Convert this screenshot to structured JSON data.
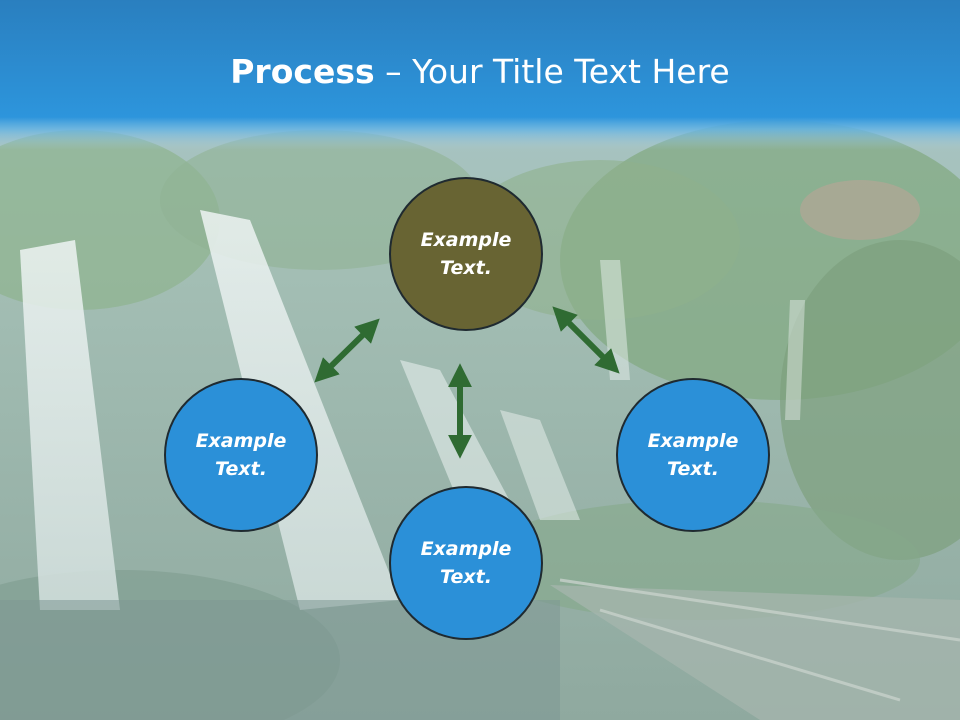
{
  "title": {
    "bold": "Process",
    "separator": " – ",
    "rest": "Your Title Text Here"
  },
  "nodes": [
    {
      "id": "top",
      "line1": "Example",
      "line2": "Text."
    },
    {
      "id": "left",
      "line1": "Example",
      "line2": "Text."
    },
    {
      "id": "right",
      "line1": "Example",
      "line2": "Text."
    },
    {
      "id": "bottom",
      "line1": "Example",
      "line2": "Text."
    }
  ],
  "colors": {
    "header_blue": "#2a8fd6",
    "top_node": "#686433",
    "blue_node": "#2b90d8",
    "arrow": "#2f6b32"
  }
}
